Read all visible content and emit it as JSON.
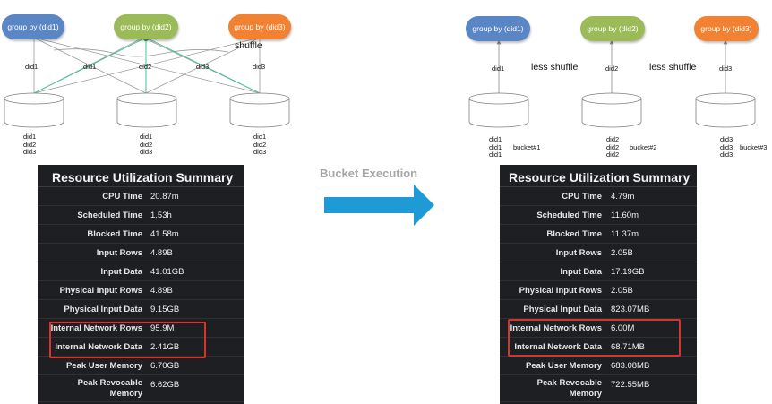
{
  "left": {
    "groups": [
      "group by (did1)",
      "group by (did2)",
      "group by (did3)"
    ],
    "shuffle": "shuffle",
    "edge_labels": [
      "did1",
      "did1",
      "did2",
      "did3",
      "did3"
    ],
    "node_values": [
      [
        "did1",
        "did2",
        "did3"
      ],
      [
        "did1",
        "did2",
        "did3"
      ],
      [
        "did1",
        "did2",
        "did3"
      ]
    ],
    "summary": {
      "title": "Resource Utilization Summary",
      "rows": [
        {
          "label": "CPU Time",
          "value": "20.87m"
        },
        {
          "label": "Scheduled Time",
          "value": "1.53h"
        },
        {
          "label": "Blocked Time",
          "value": "41.58m"
        },
        {
          "label": "Input Rows",
          "value": "4.89B"
        },
        {
          "label": "Input Data",
          "value": "41.01GB"
        },
        {
          "label": "Physical Input Rows",
          "value": "4.89B"
        },
        {
          "label": "Physical Input Data",
          "value": "9.15GB"
        },
        {
          "label": "Internal Network Rows",
          "value": "95.9M"
        },
        {
          "label": "Internal Network Data",
          "value": "2.41GB"
        },
        {
          "label": "Peak User Memory",
          "value": "6.70GB"
        },
        {
          "label": "Peak Revocable Memory",
          "value": "6.62GB"
        }
      ]
    }
  },
  "middle": {
    "label": "Bucket Execution"
  },
  "right": {
    "groups": [
      "group by (did1)",
      "group by (did2)",
      "group by (did3)"
    ],
    "edge_labels": [
      "did1",
      "did2",
      "did3"
    ],
    "less_shuffle": [
      "less shuffle",
      "less shuffle"
    ],
    "node_values": [
      [
        "did1",
        "did1",
        "did1"
      ],
      [
        "did2",
        "did2",
        "did2"
      ],
      [
        "did3",
        "did3",
        "did3"
      ]
    ],
    "buckets": [
      "bucket#1",
      "bucket#2",
      "bucket#3"
    ],
    "summary": {
      "title": "Resource Utilization Summary",
      "rows": [
        {
          "label": "CPU Time",
          "value": "4.79m"
        },
        {
          "label": "Scheduled Time",
          "value": "11.60m"
        },
        {
          "label": "Blocked Time",
          "value": "11.37m"
        },
        {
          "label": "Input Rows",
          "value": "2.05B"
        },
        {
          "label": "Input Data",
          "value": "17.19GB"
        },
        {
          "label": "Physical Input Rows",
          "value": "2.05B"
        },
        {
          "label": "Physical Input Data",
          "value": "823.07MB"
        },
        {
          "label": "Internal Network Rows",
          "value": "6.00M"
        },
        {
          "label": "Internal Network Data",
          "value": "68.71MB"
        },
        {
          "label": "Peak User Memory",
          "value": "683.08MB"
        },
        {
          "label": "Peak Revocable Memory",
          "value": "722.55MB"
        }
      ]
    }
  },
  "colors": {
    "blue": "#5b86c5",
    "green": "#9bbb59",
    "orange": "#f28231",
    "arrow": "#1e9ad6",
    "highlight": "#d9342b",
    "panel_bg": "#1e1f22"
  }
}
